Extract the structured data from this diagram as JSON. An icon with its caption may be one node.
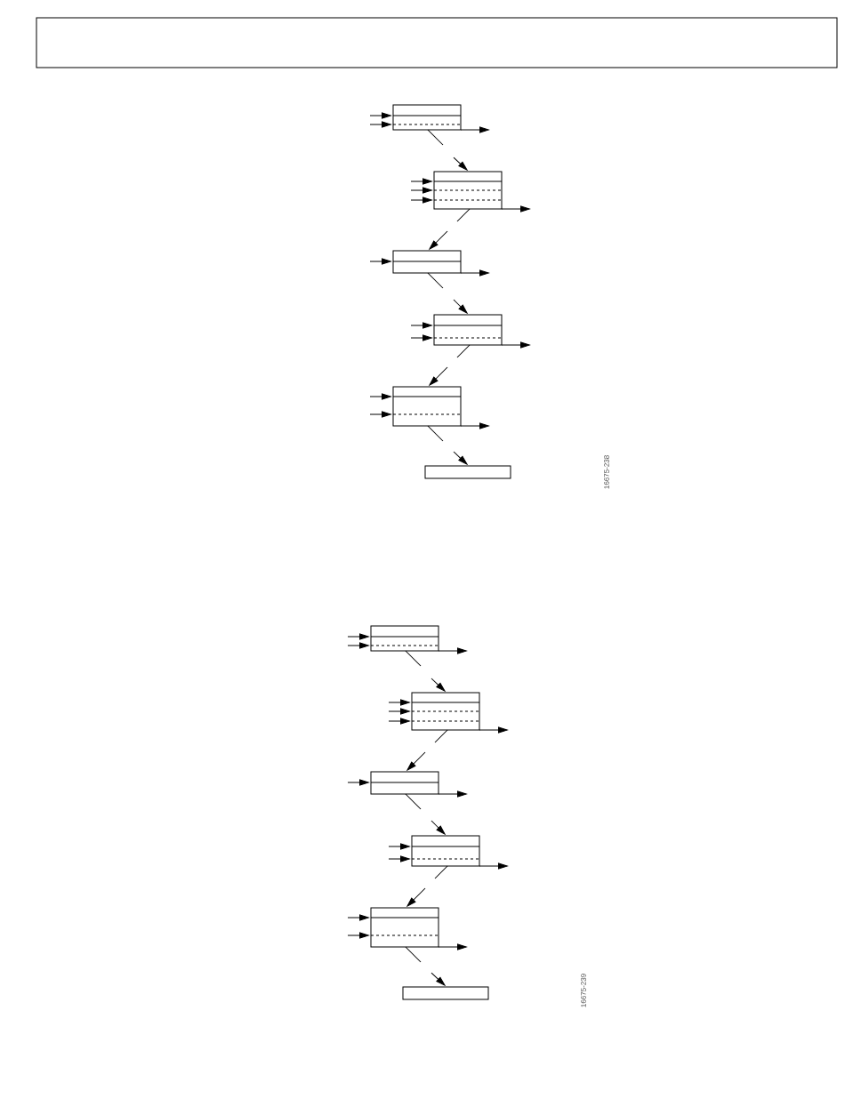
{
  "diagram": {
    "nodes": [
      {
        "text": [],
        "shape": "box"
      },
      {
        "text": [],
        "shape": "box"
      },
      {
        "text": [],
        "shape": "box"
      },
      {
        "text": [],
        "shape": "box"
      },
      {
        "text": [],
        "shape": "box"
      },
      {
        "text": [],
        "shape": "box"
      },
      {
        "text": [],
        "shape": "box"
      },
      {
        "text": [],
        "shape": "box"
      },
      {
        "text": [],
        "shape": "box"
      },
      {
        "text": [],
        "shape": "box"
      },
      {
        "text": [],
        "shape": "box"
      },
      {
        "text": [],
        "shape": "box"
      },
      {
        "text": [],
        "shape": "box"
      }
    ],
    "edges": [
      {
        "from": null,
        "to": 1,
        "arrow": "to"
      },
      {
        "from": null,
        "to": 1,
        "arrow": "to"
      },
      {
        "from": 1,
        "to": null,
        "arrow": "to"
      },
      {
        "from": 1,
        "to": null,
        "arrow": "none"
      },
      {
        "from": null,
        "to": 2,
        "arrow": "to"
      },
      {
        "from": null,
        "to": 2,
        "arrow": "to"
      },
      {
        "from": null,
        "to": 2,
        "arrow": "to"
      },
      {
        "from": null,
        "to": 2,
        "arrow": "to"
      },
      {
        "from": 2,
        "to": null,
        "arrow": "to"
      },
      {
        "from": 2,
        "to": null,
        "arrow": "none"
      },
      {
        "from": null,
        "to": 3,
        "arrow": "to"
      },
      {
        "from": null,
        "to": 3,
        "arrow": "to"
      },
      {
        "from": 3,
        "to": null,
        "arrow": "to"
      },
      {
        "from": 3,
        "to": null,
        "arrow": "none"
      },
      {
        "from": null,
        "to": 4,
        "arrow": "to"
      },
      {
        "from": null,
        "to": 4,
        "arrow": "to"
      },
      {
        "from": null,
        "to": 4,
        "arrow": "to"
      },
      {
        "from": 4,
        "to": null,
        "arrow": "to"
      },
      {
        "from": 4,
        "to": null,
        "arrow": "none"
      },
      {
        "from": null,
        "to": 5,
        "arrow": "to"
      },
      {
        "from": null,
        "to": 5,
        "arrow": "to"
      },
      {
        "from": null,
        "to": 5,
        "arrow": "to"
      },
      {
        "from": 5,
        "to": null,
        "arrow": "to"
      },
      {
        "from": 5,
        "to": null,
        "arrow": "none"
      },
      {
        "from": null,
        "to": 6,
        "arrow": "to"
      },
      {
        "from": null,
        "to": 7,
        "arrow": "to"
      },
      {
        "from": null,
        "to": 7,
        "arrow": "to"
      },
      {
        "from": 7,
        "to": null,
        "arrow": "to"
      },
      {
        "from": 7,
        "to": null,
        "arrow": "none"
      },
      {
        "from": null,
        "to": 8,
        "arrow": "to"
      },
      {
        "from": null,
        "to": 8,
        "arrow": "to"
      },
      {
        "from": null,
        "to": 8,
        "arrow": "to"
      },
      {
        "from": null,
        "to": 8,
        "arrow": "to"
      },
      {
        "from": 8,
        "to": null,
        "arrow": "to"
      },
      {
        "from": 8,
        "to": null,
        "arrow": "none"
      },
      {
        "from": null,
        "to": 9,
        "arrow": "to"
      },
      {
        "from": null,
        "to": 9,
        "arrow": "to"
      },
      {
        "from": 9,
        "to": null,
        "arrow": "to"
      },
      {
        "from": 9,
        "to": null,
        "arrow": "none"
      },
      {
        "from": null,
        "to": 10,
        "arrow": "to"
      },
      {
        "from": null,
        "to": 10,
        "arrow": "to"
      },
      {
        "from": null,
        "to": 10,
        "arrow": "to"
      },
      {
        "from": 10,
        "to": null,
        "arrow": "to"
      },
      {
        "from": 10,
        "to": null,
        "arrow": "none"
      },
      {
        "from": null,
        "to": 11,
        "arrow": "to"
      },
      {
        "from": null,
        "to": 11,
        "arrow": "to"
      },
      {
        "from": null,
        "to": 11,
        "arrow": "to"
      },
      {
        "from": 11,
        "to": null,
        "arrow": "to"
      },
      {
        "from": 11,
        "to": null,
        "arrow": "none"
      },
      {
        "from": null,
        "to": 12,
        "arrow": "to"
      }
    ],
    "labels": [
      "16675-238",
      "16675-239"
    ]
  }
}
